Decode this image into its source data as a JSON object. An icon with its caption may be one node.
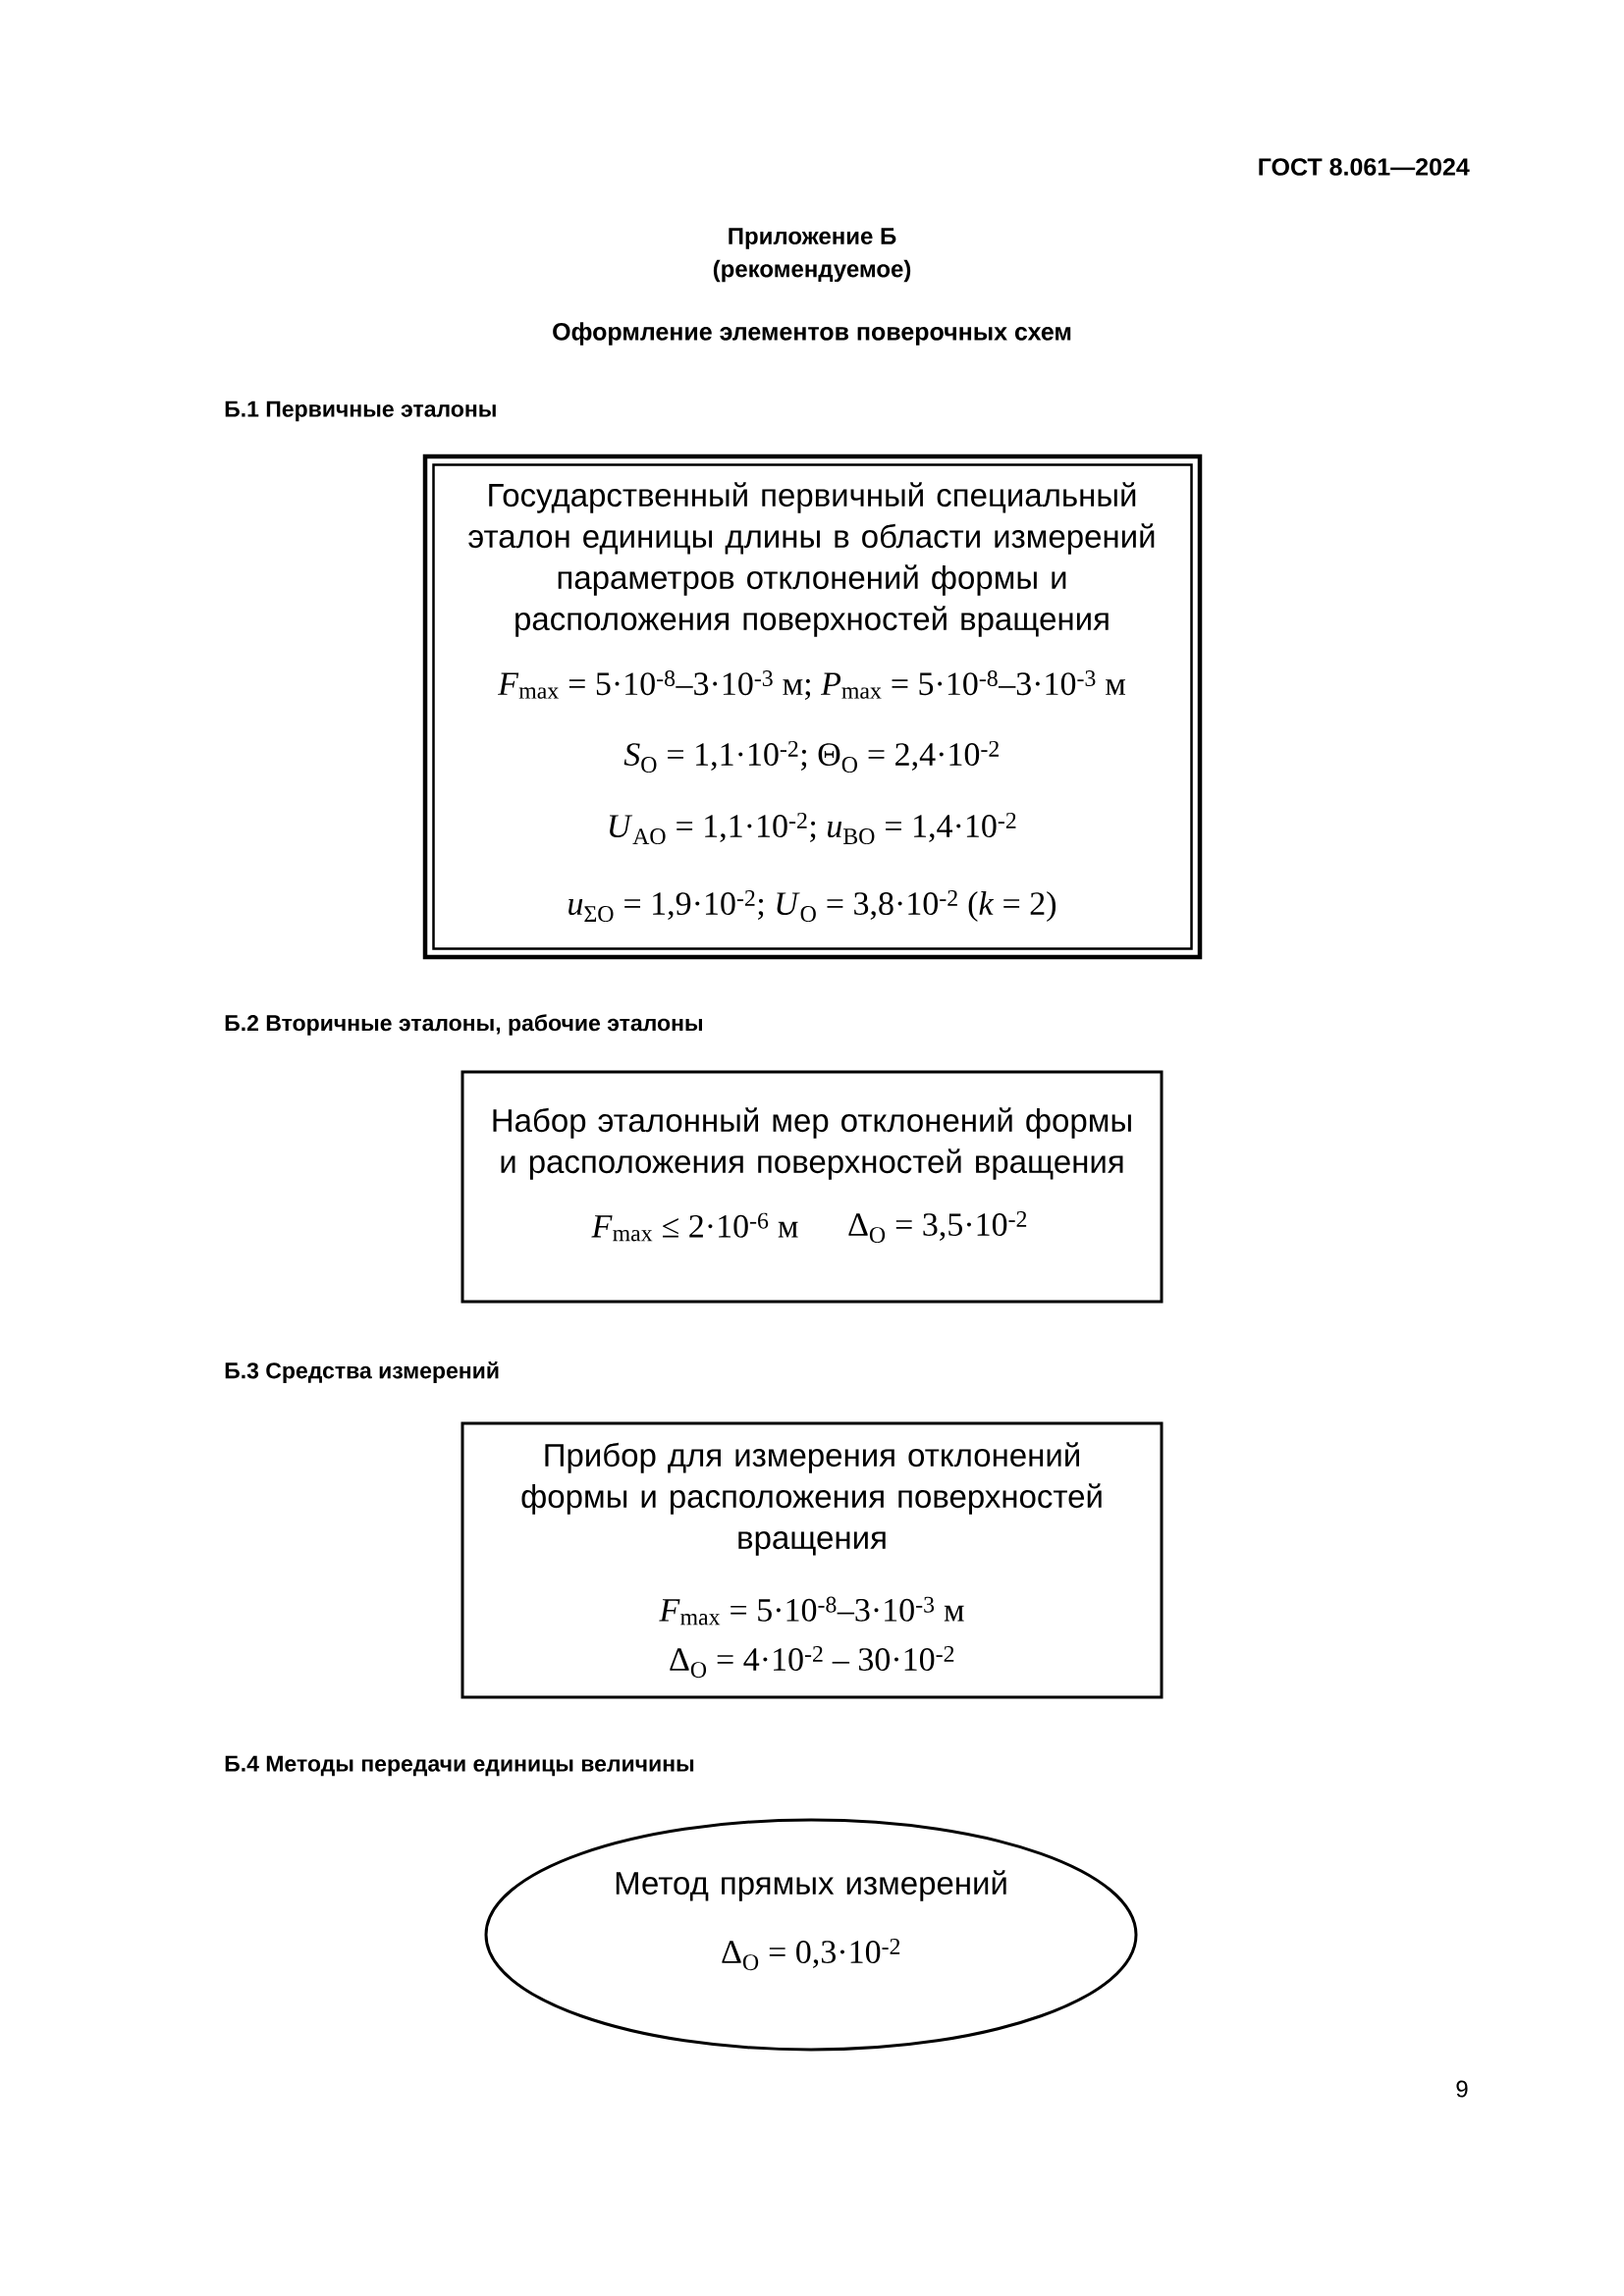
{
  "diagram": {
    "title": "Оформление элементов поверочных схем",
    "nodes": [
      {
        "text": [
          "Государственный первичный специальный эталон единицы длины в области измерений параметров отклонений формы и расположения поверхностей вращения",
          "*F*$_{max}$ = 5·10$^{-8}$–3·10$^{-3}$ м; *P*$_{max}$ = 5·10$^{-8}$–3·10$^{-3}$ м",
          "*S*$_{O}$ = 1,1·10$^{-2}$; Θ$_{O}$ = 2,4·10$^{-2}$",
          "*U*$_{AO}$ = 1,1·10$^{-2}$; *u*$_{BO}$ = 1,4·10$^{-2}$",
          "*u*$_{ΣO}$ = 1,9·10$^{-2}$; *U*$_{O}$ = 3,8·10$^{-2}$ (*k* = 2)"
        ]
      },
      {
        "text": [
          "Набор эталонный мер отклонений формы и расположения поверхностей вращения",
          "*F*$_{max}$ ≤ 2·10$^{-6}$ м",
          "Δ$_{O}$ = 3,5·10$^{-2}$"
        ]
      },
      {
        "text": [
          "Прибор для измерения отклонений формы и расположения поверхностей вращения",
          "*F*$_{max}$ = 5·10$^{-8}$–3·10$^{-3}$ м",
          "Δ$_{O}$ = 4·10$^{-2}$ – 30·10$^{-2}$"
        ]
      },
      {
        "text": [
          "Метод прямых измерений",
          "Δ$_{O}$ = 0,3·10$^{-2}$"
        ]
      }
    ],
    "labels": [
      "ГОСТ 8.061—2024",
      "Приложение Б",
      "(рекомендуемое)",
      "Б.1 Первичные эталоны",
      "Б.2 Вторичные эталоны, рабочие эталоны",
      "Б.3 Средства измерений",
      "Б.4 Методы передачи единицы величины",
      "9"
    ]
  }
}
